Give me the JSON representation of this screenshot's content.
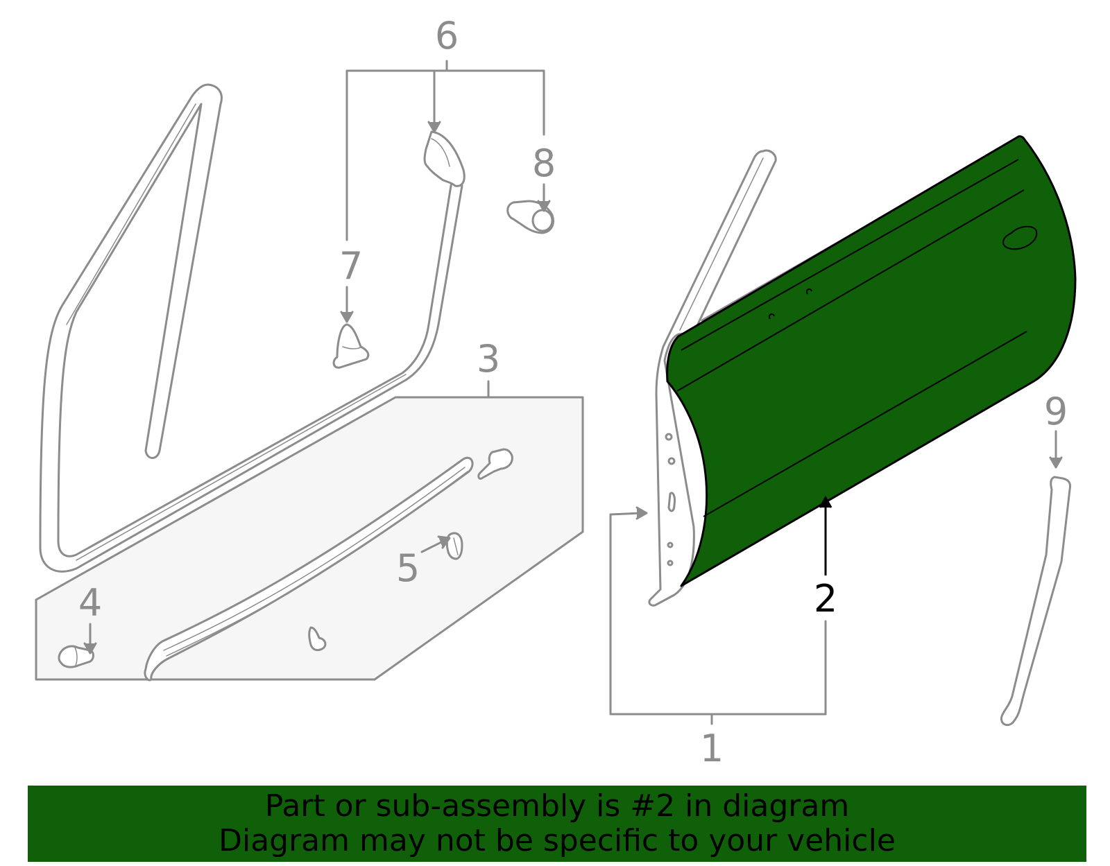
{
  "diagram": {
    "callouts": {
      "c1": "1",
      "c2": "2",
      "c3": "3",
      "c4": "4",
      "c5": "5",
      "c6": "6",
      "c7": "7",
      "c8": "8",
      "c9": "9"
    },
    "highlighted_part": "2",
    "colors": {
      "highlight": "#106009",
      "line": "#8c8c8c",
      "panel": "#f6f6f6",
      "background": "#ffffff"
    }
  },
  "banner": {
    "line1": "Part or sub-assembly is #2 in diagram",
    "line2": "Diagram may not be specific to your vehicle"
  }
}
